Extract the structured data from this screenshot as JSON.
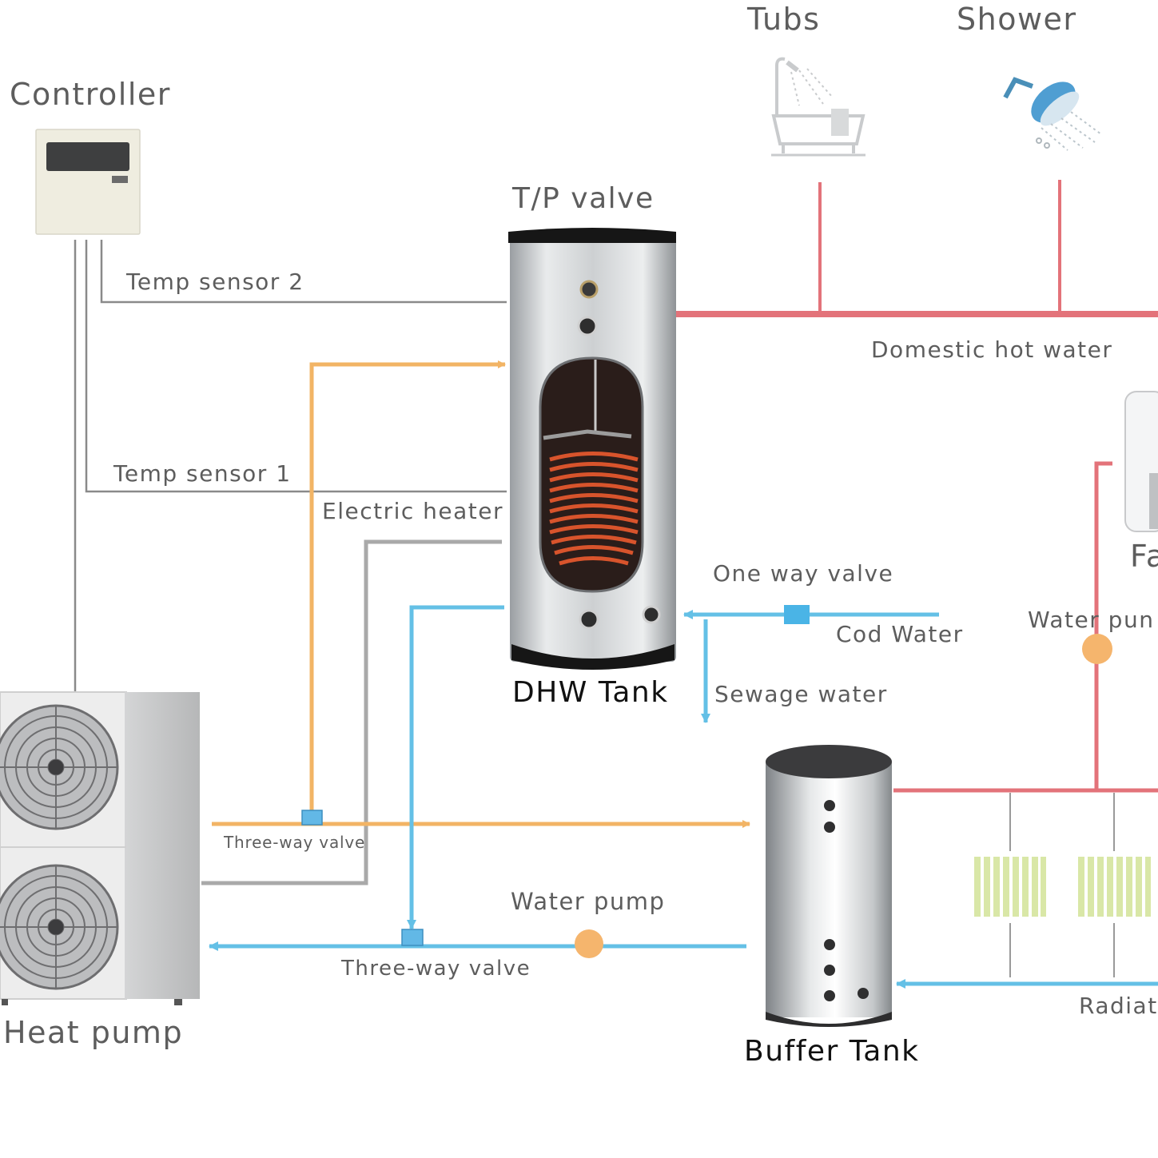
{
  "colors": {
    "hot_pipe": "#f2b465",
    "cold_pipe": "#64c0e6",
    "dhw_pipe": "#e3737a",
    "signal_wire": "#8a8a8a",
    "pump": "#f5b56d",
    "text": "#5d5d5d"
  },
  "labels": {
    "tubs": "Tubs",
    "shower": "Shower",
    "controller": "Controller",
    "tp_valve": "T/P valve",
    "temp_sensor_2": "Temp sensor 2",
    "domestic_hot_water": "Domestic hot water",
    "temp_sensor_1": "Temp sensor 1",
    "electric_heater": "Electric heater",
    "one_way_valve": "One way valve",
    "cod_water": "Cod Water",
    "water_pump_right": "Water pun",
    "fan_coil": "Fa",
    "dhw_tank": "DHW Tank",
    "sewage_water": "Sewage water",
    "three_way_valve_upper": "Three-way valve",
    "water_pump_bottom": "Water pump",
    "three_way_valve_lower": "Three-way valve",
    "heat_pump": "Heat pump",
    "buffer_tank": "Buffer Tank",
    "radiator": "Radiato"
  },
  "icons": {
    "tubs": "bathtub-icon",
    "shower": "shower-head-icon",
    "controller": "wall-controller-icon",
    "heat_pump": "heat-pump-unit-icon",
    "fan_coil": "fan-coil-unit-icon",
    "radiator": "radiator-icon",
    "pump": "water-pump-icon",
    "valve": "three-way-valve-icon"
  }
}
